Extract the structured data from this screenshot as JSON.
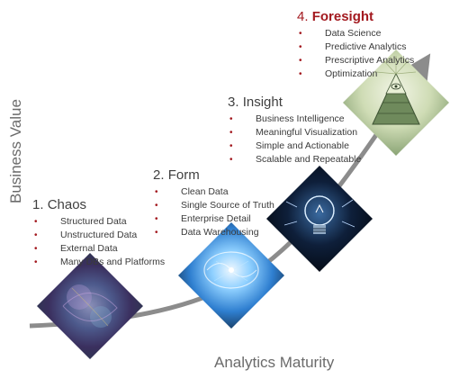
{
  "axes": {
    "x_label": "Analytics Maturity",
    "y_label": "Business Value"
  },
  "stages": [
    {
      "number": "1.",
      "name": "Chaos",
      "highlight": false,
      "items": [
        "Structured Data",
        "Unstructured Data",
        "External Data",
        "Many DBs and Platforms"
      ],
      "image": "nebula-chaos-image"
    },
    {
      "number": "2.",
      "name": "Form",
      "highlight": false,
      "items": [
        "Clean Data",
        "Single Source of Truth",
        "Enterprise Detail",
        "Data Warehousing"
      ],
      "image": "neural-brain-image"
    },
    {
      "number": "3.",
      "name": "Insight",
      "highlight": false,
      "items": [
        "Business Intelligence",
        "Meaningful Visualization",
        "Simple and Actionable",
        "Scalable and Repeatable"
      ],
      "image": "lightbulb-image"
    },
    {
      "number": "4.",
      "name": "Foresight",
      "highlight": true,
      "items": [
        "Data Science",
        "Predictive Analytics",
        "Prescriptive Analytics",
        "Optimization"
      ],
      "image": "eye-pyramid-image"
    }
  ],
  "colors": {
    "accent": "#a3191f",
    "text": "#404040",
    "curve": "#8c8c8c"
  }
}
